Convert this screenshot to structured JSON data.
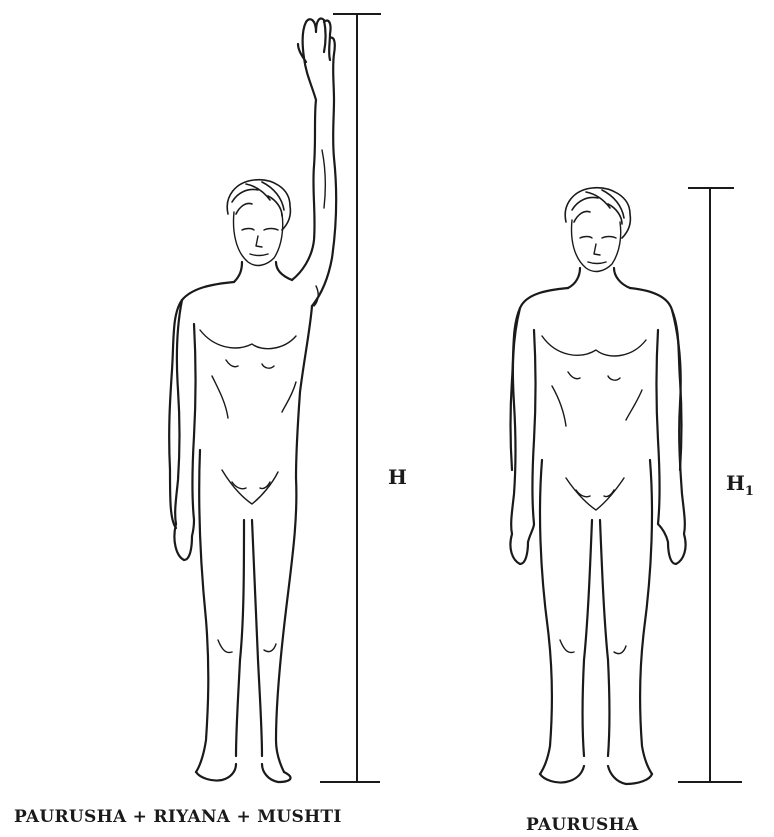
{
  "figures": {
    "raised_arm": {
      "caption": "PAURUSHA + RIYANA + MUSHTI",
      "dimension_label": "H"
    },
    "standing": {
      "caption": "PAURUSHA",
      "dimension_label": "H",
      "dimension_subscript": "1"
    }
  }
}
